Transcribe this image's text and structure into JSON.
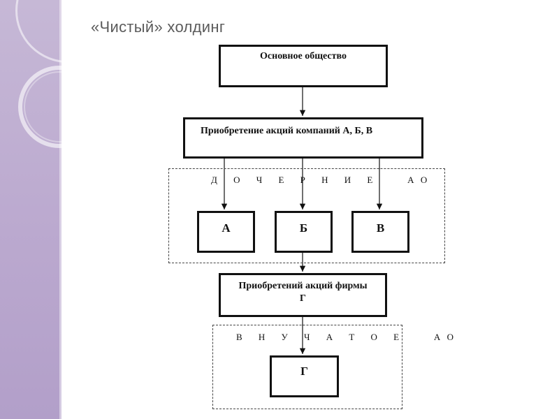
{
  "title": "«Чистый» холдинг",
  "diagram": {
    "parent_company": "Основное общество",
    "acquisition": "Приобретение акций компаний А, Б, В",
    "subsidiaries_label": "Д О Ч Е Р Н И Е   АО",
    "subsidiaries": [
      "А",
      "Б",
      "В"
    ],
    "firm_acquisition_line1": "Приобретений акций фирмы",
    "firm_acquisition_line2": "Г",
    "grand_subsidiaries_label": "В Н У Ч А Т О Е   АО",
    "grand_subsidiary": "Г"
  },
  "colors": {
    "side_panel": "#bba9cf",
    "title_text": "#5b5b5b",
    "line": "#111111"
  }
}
